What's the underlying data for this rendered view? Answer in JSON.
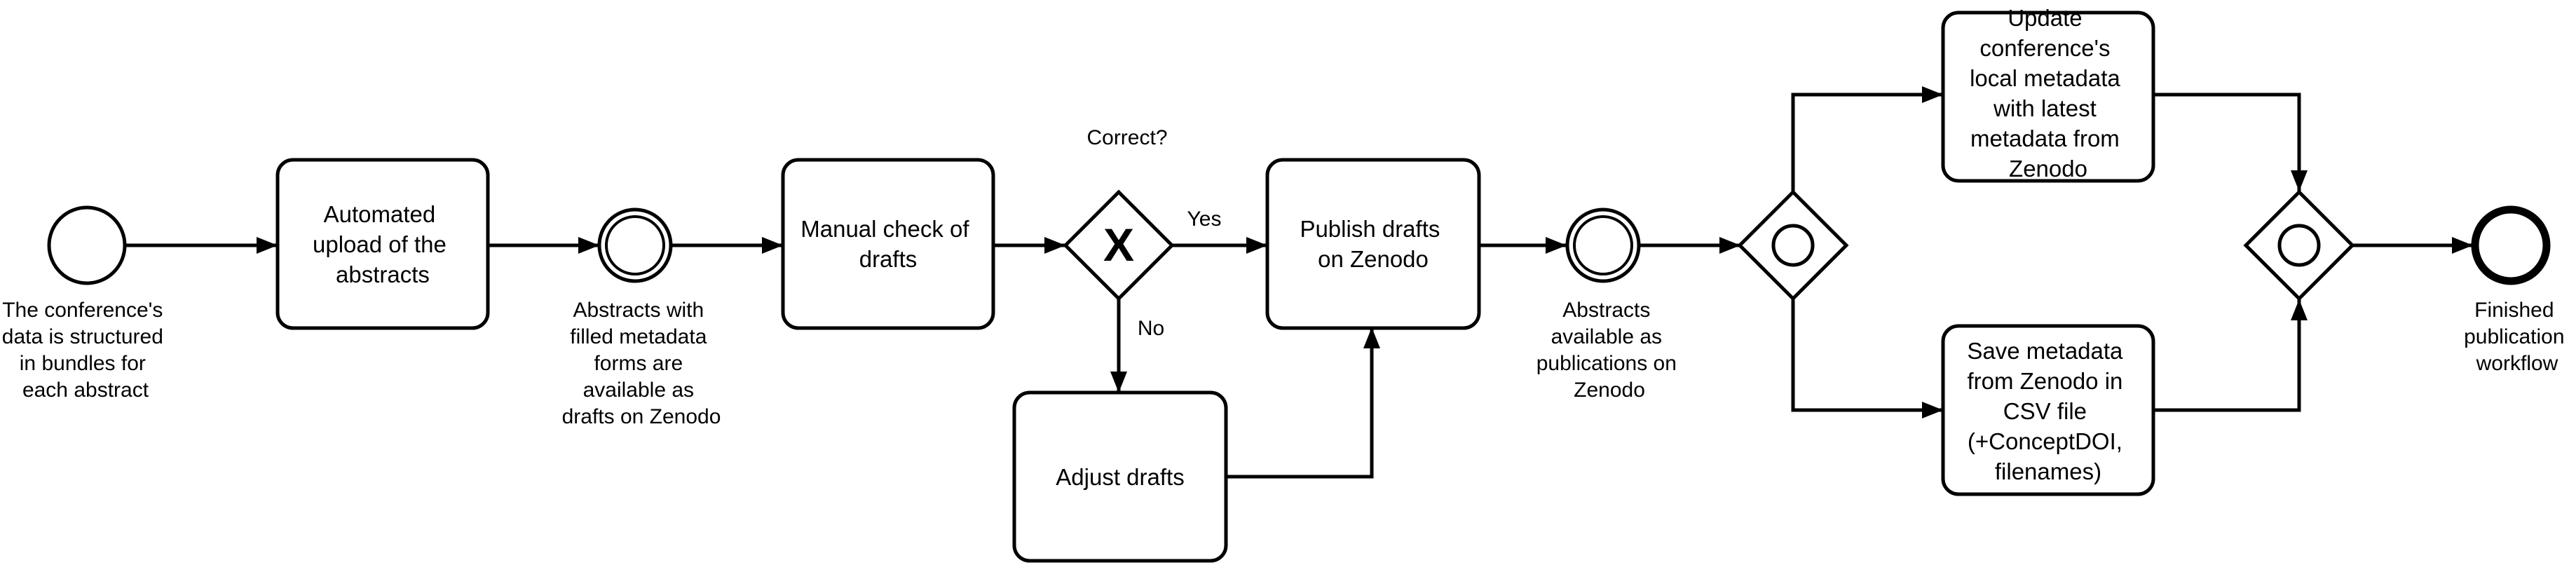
{
  "start_event": {
    "label": [
      "The conference's",
      "data is structured",
      "in bundles for",
      "each abstract"
    ]
  },
  "task_upload": {
    "label": [
      "Automated",
      "upload of the",
      "abstracts"
    ]
  },
  "event_drafts": {
    "label": [
      "Abstracts with",
      "filled metadata",
      "forms are",
      "available as",
      "drafts on Zenodo"
    ]
  },
  "task_check": {
    "label": [
      "Manual check of",
      "drafts"
    ]
  },
  "gateway_correct": {
    "question": "Correct?",
    "symbol": "X",
    "yes_label": "Yes",
    "no_label": "No"
  },
  "task_adjust": {
    "label": [
      "Adjust drafts"
    ]
  },
  "task_publish": {
    "label": [
      "Publish drafts",
      "on Zenodo"
    ]
  },
  "event_published": {
    "label": [
      "Abstracts",
      "available as",
      "publications on",
      "Zenodo"
    ]
  },
  "task_update": {
    "label": [
      "Update",
      "conference's",
      "local metadata",
      "with latest",
      "metadata from",
      "Zenodo"
    ]
  },
  "task_save": {
    "label": [
      "Save metadata",
      "from Zenodo in",
      "CSV file",
      "(+ConceptDOI,",
      "filenames)"
    ]
  },
  "end_event": {
    "label": [
      "Finished",
      "publication",
      "workflow"
    ]
  },
  "colors": {
    "stroke": "#000000",
    "fill": "#ffffff"
  }
}
